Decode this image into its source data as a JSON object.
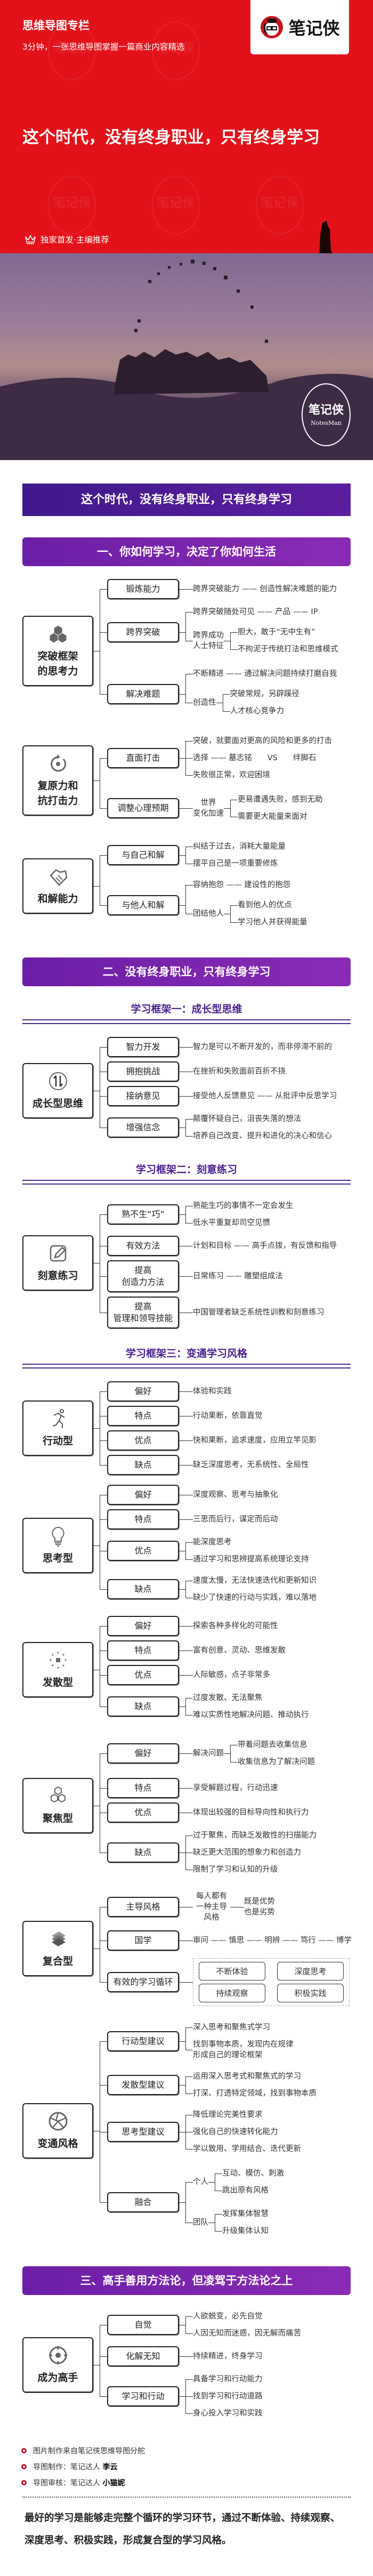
{
  "header": {
    "column": "思维导图专栏",
    "subtitle": "3分钟，一张思维导图掌握一篇商业内容精选",
    "logo_text": "笔记侠",
    "headline": "这个时代，没有终身职业，只有终身学习",
    "recommend": "独家首发·主编推荐",
    "recommend_icon": "crown-icon",
    "watermark": "笔记侠",
    "color": "#e3121a"
  },
  "photo": {
    "stamp_cn": "笔记侠",
    "stamp_en": "NotesMan"
  },
  "title_band": "这个时代，没有终身职业，只有终身学习",
  "accent": "#6b1fa6",
  "sections": [
    {
      "title": "一、你如何学习，决定了你如何生活",
      "parts": [
        {
          "groups": [
            {
              "root": "突破框架\n的思考力",
              "icon": "cubes-icon",
              "branches": [
                {
                  "label": "锻炼能力",
                  "leaves": [
                    "跨界突破能力 —— 创造性解决难题的能力"
                  ]
                },
                {
                  "label": "跨界突破",
                  "leaves": [
                    "跨界突破随处可见 —— 产品 —— IP",
                    {
                      "label": "跨界成功\n人士特征",
                      "children": [
                        "胆大，敢于“无中生有”",
                        "不拘泥于传统打法和思维模式"
                      ]
                    }
                  ]
                },
                {
                  "label": "解决难题",
                  "leaves": [
                    "不断精进 —— 通过解决问题持续打磨自我",
                    {
                      "label": "创造性",
                      "children": [
                        "突破常规，另辟蹊径",
                        "人才核心竞争力"
                      ]
                    }
                  ]
                }
              ]
            },
            {
              "root": "复原力和\n抗打击力",
              "icon": "refresh-icon",
              "branches": [
                {
                  "label": "直面打击",
                  "leaves": [
                    "突破，就要面对更高的风险和更多的打击",
                    "选择 —— 墓志铭　　VS　　绊脚石",
                    "失败很正常，欢迎困境"
                  ]
                },
                {
                  "label": "调整心理预期",
                  "leaves": [
                    {
                      "label": "世界\n变化加速",
                      "children": [
                        "更易遭遇失败，感到无助",
                        "需要更大能量来面对"
                      ]
                    }
                  ]
                }
              ]
            },
            {
              "root": "和解能力",
              "icon": "handshake-icon",
              "branches": [
                {
                  "label": "与自己和解",
                  "leaves": [
                    "纠结于过去，消耗大量能量",
                    "摆平自己是一项重要修炼"
                  ]
                },
                {
                  "label": "与他人和解",
                  "leaves": [
                    "容纳抱怨 —— 建设性的抱怨",
                    {
                      "label": "团结他人",
                      "children": [
                        "看到他人的优点",
                        "学习他人并获得能量"
                      ]
                    }
                  ]
                }
              ]
            }
          ]
        }
      ]
    },
    {
      "title": "二、没有终身职业，只有终身学习",
      "parts": [
        {
          "subtitle": "学习框架一：成长型思维",
          "groups": [
            {
              "root": "成长型思维",
              "icon": "updown-arrows-icon",
              "branches": [
                {
                  "label": "智力开发",
                  "leaves": [
                    "智力是可以不断开发的，而非停滞不前的"
                  ]
                },
                {
                  "label": "拥抱挑战",
                  "leaves": [
                    "在挫折和失败面前百折不挠"
                  ]
                },
                {
                  "label": "接纳意见",
                  "leaves": [
                    "接受他人反馈意见 —— 从批评中反思学习"
                  ]
                },
                {
                  "label": "增强信念",
                  "leaves": [
                    "颠覆怀疑自己，沮丧失落的想法",
                    "培养自己改变、提升和进化的决心和信心"
                  ]
                }
              ]
            }
          ]
        },
        {
          "subtitle": "学习框架二：刻意练习",
          "groups": [
            {
              "root": "刻意练习",
              "icon": "pencil-icon",
              "branches": [
                {
                  "label": "熟不生“巧”",
                  "leaves": [
                    "熟能生巧的事情不一定会发生",
                    "低水平重复却司空见惯"
                  ]
                },
                {
                  "label": "有效方法",
                  "leaves": [
                    "计划和目标 —— 高手点拨，有反馈和指导"
                  ]
                },
                {
                  "label": "提高\n创造力方法",
                  "leaves": [
                    "日常练习 —— 雕塑组成法"
                  ]
                },
                {
                  "label": "提高\n管理和领导技能",
                  "leaves": [
                    "中国管理者缺乏系统性训教和刻意练习"
                  ]
                }
              ]
            }
          ]
        },
        {
          "subtitle": "学习框架三：变通学习风格",
          "groups": [
            {
              "root": "行动型",
              "icon": "runner-icon",
              "branches": [
                {
                  "label": "偏好",
                  "leaves": [
                    "体验和实践"
                  ]
                },
                {
                  "label": "特点",
                  "leaves": [
                    "行动果断，依靠直觉"
                  ]
                },
                {
                  "label": "优点",
                  "leaves": [
                    "快和果断，追求速度，应用立竿见影"
                  ]
                },
                {
                  "label": "缺点",
                  "leaves": [
                    "缺乏深度思考，无系统性、全局性"
                  ]
                }
              ]
            },
            {
              "root": "思考型",
              "icon": "lightbulb-icon",
              "branches": [
                {
                  "label": "偏好",
                  "leaves": [
                    "深度观察、思考与抽象化"
                  ]
                },
                {
                  "label": "特点",
                  "leaves": [
                    "三思而后行，谋定而后动"
                  ]
                },
                {
                  "label": "优点",
                  "leaves": [
                    "能深度思考",
                    "通过学习和思辨提高系统理论支持"
                  ]
                },
                {
                  "label": "缺点",
                  "leaves": [
                    "速度太慢，无法快速迭代和更新知识",
                    "缺少了快速的行动与实践，难以落地"
                  ]
                }
              ]
            },
            {
              "root": "发散型",
              "icon": "sparkle-icon",
              "branches": [
                {
                  "label": "偏好",
                  "leaves": [
                    "探索各种多样化的可能性"
                  ]
                },
                {
                  "label": "特点",
                  "leaves": [
                    "富有创意、灵动、思维发散"
                  ]
                },
                {
                  "label": "优点",
                  "leaves": [
                    "人际敏感，点子非常多"
                  ]
                },
                {
                  "label": "缺点",
                  "leaves": [
                    "过度发散、无法聚焦",
                    "难以实质性地解决问题、推动执行"
                  ]
                }
              ]
            },
            {
              "root": "聚焦型",
              "icon": "hexagons-icon",
              "branches": [
                {
                  "label": "偏好",
                  "leaves": [
                    {
                      "label": "解决问题",
                      "children": [
                        "带着问题去收集信息",
                        "收集信息为了解决问题"
                      ]
                    }
                  ]
                },
                {
                  "label": "特点",
                  "leaves": [
                    "享受解题过程，行动迅速"
                  ]
                },
                {
                  "label": "优点",
                  "leaves": [
                    "体现出较强的目标导向性和执行力"
                  ]
                },
                {
                  "label": "缺点",
                  "leaves": [
                    "过于聚焦，而缺乏发散性的扫描能力",
                    "缺乏更大范围的想象力和创造力",
                    "限制了学习和认知的升级"
                  ]
                }
              ]
            },
            {
              "root": "复合型",
              "icon": "layers-icon",
              "branches": [
                {
                  "label": "主导风格",
                  "leaves": [
                    {
                      "label": "每人都有一种主导风格",
                      "children": [
                        "既是优势\n也是劣势"
                      ]
                    }
                  ]
                },
                {
                  "label": "国学",
                  "leaves": [
                    "审问 —— 慎思 —— 明辨 —— 笃行 —— 博学"
                  ]
                },
                {
                  "label": "有效的学习循环",
                  "leaves": [
                    {
                      "grid": [
                        "不断体验",
                        "深度思考",
                        "持续观察",
                        "积极实践"
                      ]
                    }
                  ]
                }
              ]
            },
            {
              "root": "变通风格",
              "icon": "aperture-icon",
              "branches": [
                {
                  "label": "行动型建议",
                  "leaves": [
                    "深入思考和聚焦式学习",
                    "找到事物本质，发现内在规律\n形成自己的理论框架"
                  ]
                },
                {
                  "label": "发散型建议",
                  "leaves": [
                    "运用深入思考式和聚焦式的学习",
                    "打深、打透特定领域，找到事物本质"
                  ]
                },
                {
                  "label": "思考型建议",
                  "leaves": [
                    "降低理论完美性要求",
                    "强化自己的快速转化能力",
                    "学以致用、学用结合、迭代更新"
                  ]
                },
                {
                  "label": "融合",
                  "leaves": [
                    {
                      "label": "个人",
                      "children": [
                        "互动、模仿、刺激",
                        "跳出原有风格"
                      ]
                    },
                    {
                      "label": "团队",
                      "children": [
                        "发挥集体智慧",
                        "升级集体认知"
                      ]
                    }
                  ]
                }
              ]
            }
          ]
        }
      ]
    },
    {
      "title": "三、高手善用方法论，但凌驾于方法论之上",
      "parts": [
        {
          "groups": [
            {
              "root": "成为高手",
              "icon": "target-icon",
              "branches": [
                {
                  "label": "自觉",
                  "leaves": [
                    "人欲蜕变，必先自觉",
                    "人因无知而迷惑，因无解而痛苦"
                  ]
                },
                {
                  "label": "化解无知",
                  "leaves": [
                    "持续精进，终身学习"
                  ]
                },
                {
                  "label": "学习和行动",
                  "leaves": [
                    "具备学习和行动能力",
                    "找到学习和行动道路",
                    "身心投入学习和实践"
                  ]
                }
              ]
            }
          ]
        }
      ]
    }
  ],
  "credits": [
    {
      "text": "图片制作来自笔记侠思维导图分舵",
      "name": ""
    },
    {
      "text": "导图制作：笔记达人 ",
      "name": "李云"
    },
    {
      "text": "导图审核：笔记达人 ",
      "name": "小猫妮"
    }
  ],
  "summary": "最好的学习是能够走完整个循环的学习环节，通过不断体验、持续观察、深度思考、积极实践，形成复合型的学习风格。"
}
